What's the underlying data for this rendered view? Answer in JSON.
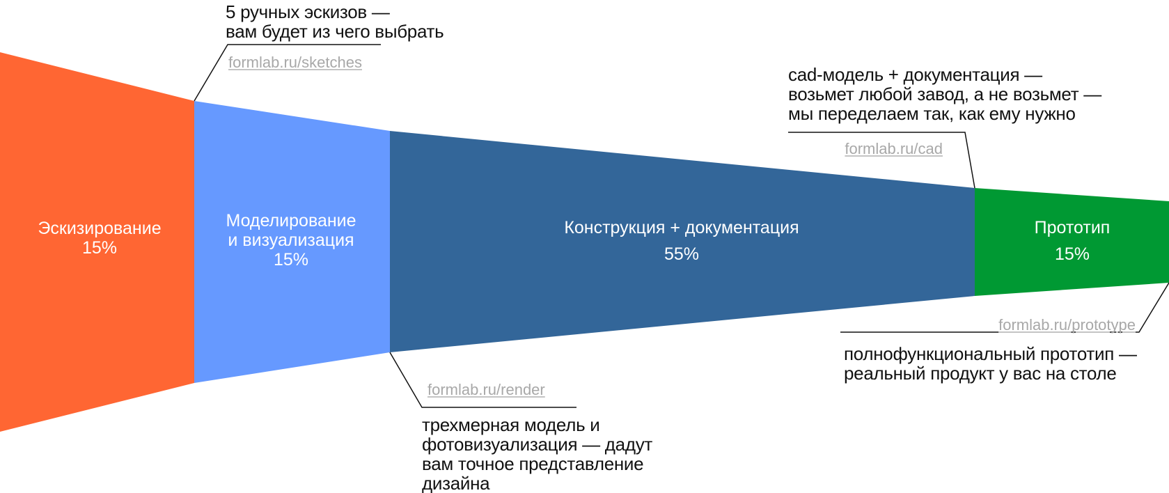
{
  "colors": {
    "sketching": "#FF6633",
    "modeling": "#6699FF",
    "construction": "#336699",
    "prototype": "#009933",
    "link": "#A8A8A8"
  },
  "stages": [
    {
      "name": "Эскизирование",
      "percent": "15%"
    },
    {
      "name_line1": "Моделирование",
      "name_line2": "и визуализация",
      "percent": "15%"
    },
    {
      "name": "Конструкция + документация",
      "percent": "55%"
    },
    {
      "name": "Прототип",
      "percent": "15%"
    }
  ],
  "annotations": {
    "sketches": {
      "lines": [
        "5 ручных эскизов —",
        "вам будет из чего выбрать"
      ],
      "link": "formlab.ru/sketches"
    },
    "render": {
      "lines": [
        "трехмерная модель и",
        "фотовизуализация — дадут",
        "вам точное представление",
        "дизайна"
      ],
      "link": "formlab.ru/render"
    },
    "cad": {
      "lines": [
        "cad-модель + документация —",
        "возьмет любой завод, а не возьмет —",
        "мы переделаем так, как ему нужно"
      ],
      "link": "formlab.ru/cad"
    },
    "prototype": {
      "lines": [
        "полнофункциональный прототип —",
        "реальный продукт у вас на столе"
      ],
      "link": "formlab.ru/prototype"
    }
  }
}
